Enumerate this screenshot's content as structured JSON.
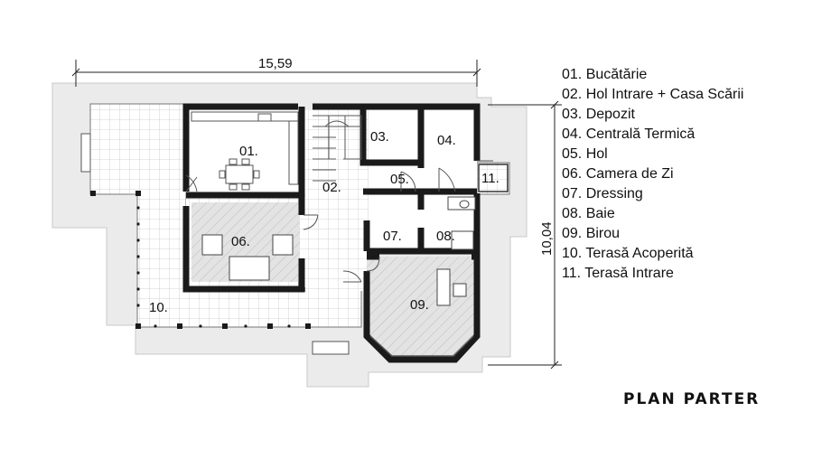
{
  "plan": {
    "title": "PLAN PARTER",
    "width_dimension": "15,59",
    "height_dimension": "10,04"
  },
  "rooms": [
    {
      "id": "01.",
      "name": "Bucătărie"
    },
    {
      "id": "02.",
      "name": "Hol Intrare + Casa Scării"
    },
    {
      "id": "03.",
      "name": "Depozit"
    },
    {
      "id": "04.",
      "name": "Centrală Termică"
    },
    {
      "id": "05.",
      "name": "Hol"
    },
    {
      "id": "06.",
      "name": "Camera de Zi"
    },
    {
      "id": "07.",
      "name": "Dressing"
    },
    {
      "id": "08.",
      "name": "Baie"
    },
    {
      "id": "09.",
      "name": "Birou"
    },
    {
      "id": "10.",
      "name": "Terasă Acoperită"
    },
    {
      "id": "11.",
      "name": "Terasă Intrare"
    }
  ],
  "legend": [
    "01. Bucătărie",
    "02. Hol Intrare + Casa Scării",
    "03. Depozit",
    "04. Centrală Termică",
    "05. Hol",
    "06. Camera de Zi",
    "07. Dressing",
    "08. Baie",
    "09. Birou",
    "10. Terasă Acoperită",
    "11. Terasă Intrare"
  ],
  "colors": {
    "wall": "#1a1a1a",
    "surround": "#ebebeb",
    "floor": "#ffffff",
    "tile_grid": "#c8c8c8",
    "parquet": "#d6d6d6"
  }
}
